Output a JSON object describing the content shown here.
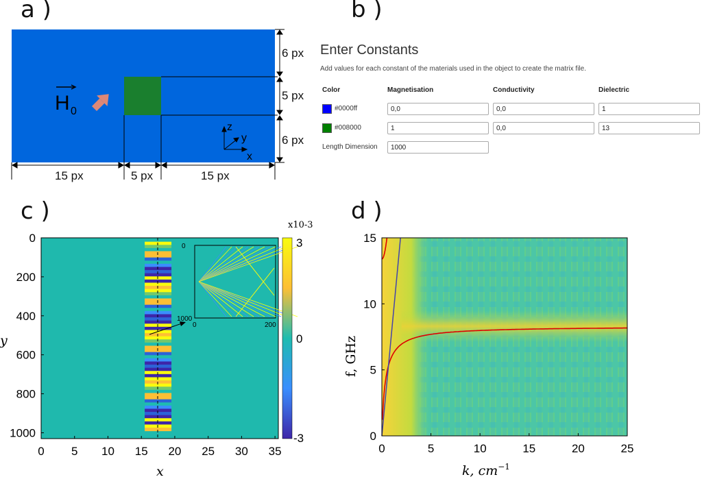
{
  "panels": {
    "a": "a )",
    "b": "b )",
    "c": "c )",
    "d": "d )"
  },
  "panel_a": {
    "field_symbol": "H",
    "field_subscript": "0",
    "dims_right": [
      "6 px",
      "5 px",
      "6 px"
    ],
    "dims_bottom": [
      "15 px",
      "5 px",
      "15 px"
    ],
    "axes": {
      "z": "z",
      "y": "y",
      "x": "x"
    },
    "colors": {
      "background": "#0066dd",
      "square": "#1a7f2e",
      "arrow": "#dd8877"
    }
  },
  "form": {
    "title": "Enter Constants",
    "description": "Add values for each constant of the materials used in the object to create the matrix file.",
    "headers": {
      "color": "Color",
      "magnetisation": "Magnetisation",
      "conductivity": "Conductivity",
      "dielectric": "Dielectric"
    },
    "rows": [
      {
        "swatch": "#0000ff",
        "label": "#0000ff",
        "magnetisation": "0,0",
        "conductivity": "0,0",
        "dielectric": "1"
      },
      {
        "swatch": "#008000",
        "label": "#008000",
        "magnetisation": "1",
        "conductivity": "0,0",
        "dielectric": "13"
      }
    ],
    "length_label": "Length Dimension",
    "length_value": "1000"
  },
  "chart_data": [
    {
      "type": "heatmap",
      "id": "c",
      "xlabel": "x",
      "ylabel": "y",
      "x_ticks": [
        "0",
        "5",
        "10",
        "15",
        "20",
        "25",
        "30",
        "35"
      ],
      "y_ticks": [
        "0",
        "200",
        "400",
        "600",
        "800",
        "1000"
      ],
      "xlim": [
        0,
        35.5
      ],
      "ylim": [
        0,
        1030
      ],
      "colorbar_ticks": [
        "3",
        "0",
        "-3"
      ],
      "colorbar_label": "x10-3",
      "inset": {
        "x_ticks": [
          "0",
          "200"
        ],
        "y_ticks": [
          "0",
          "1000"
        ]
      },
      "stripe_x_range": [
        15.5,
        19.5
      ],
      "stripe_y_range": [
        20,
        990
      ]
    },
    {
      "type": "heatmap",
      "id": "d",
      "xlabel": "k, cm",
      "xlabel_exp": "−1",
      "ylabel": "f, GHz",
      "x_ticks": [
        "0",
        "5",
        "10",
        "15",
        "20",
        "25"
      ],
      "y_ticks": [
        "0",
        "5",
        "10",
        "15"
      ],
      "xlim": [
        0,
        25
      ],
      "ylim": [
        0,
        15
      ],
      "curves": {
        "red_lower": {
          "asymptote_ghz": 8.3
        },
        "red_upper": {
          "start_ghz": 13.4
        },
        "blue_line": {
          "from": [
            0,
            0
          ],
          "to": [
            1.9,
            15
          ]
        }
      },
      "colors": {
        "red": "#dd0000",
        "blue": "#4444aa"
      }
    }
  ]
}
